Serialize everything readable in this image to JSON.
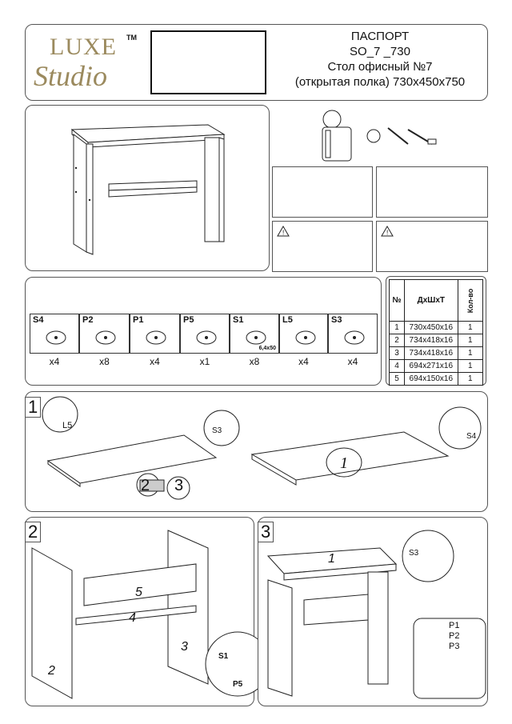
{
  "header": {
    "logo_text_1": "LUXE",
    "logo_text_2": "Studio",
    "logo_tm": "TM",
    "title_1": "ПАСПОРТ",
    "title_2": "SO_7 _730",
    "title_3": "Стол офисный №7",
    "title_4": "(открытая полка) 730x450x750"
  },
  "parts_table": {
    "headers": [
      "№",
      "ДxШxТ",
      "Кол-во"
    ],
    "rows": [
      [
        "1",
        "730x450x16",
        "1"
      ],
      [
        "2",
        "734x418x16",
        "1"
      ],
      [
        "3",
        "734x418x16",
        "1"
      ],
      [
        "4",
        "694x271x16",
        "1"
      ],
      [
        "5",
        "694x150x16",
        "1"
      ]
    ]
  },
  "hardware": [
    {
      "code": "S4",
      "qty": "x4"
    },
    {
      "code": "P2",
      "qty": "x8"
    },
    {
      "code": "P1",
      "qty": "x4"
    },
    {
      "code": "P5",
      "qty": "x1"
    },
    {
      "code": "S1",
      "qty": "x8",
      "note": "6,4x50"
    },
    {
      "code": "L5",
      "qty": "x4"
    },
    {
      "code": "S3",
      "qty": "x4"
    }
  ],
  "steps": {
    "step1": {
      "number": "1",
      "callout_l5": "L5",
      "callout_s3": "S3",
      "callout_s4": "S4",
      "panel_1": "1",
      "panel_2": "2",
      "panel_3": "3"
    },
    "step2": {
      "number": "2",
      "panel_2": "2",
      "panel_3": "3",
      "panel_4": "4",
      "panel_5": "5",
      "callout_s1": "S1",
      "callout_p5": "P5"
    },
    "step3": {
      "number": "3",
      "panel_1": "1",
      "callout_s3": "S3",
      "callout_p1": "P1",
      "callout_p2": "P2",
      "callout_p3": "P3"
    }
  }
}
